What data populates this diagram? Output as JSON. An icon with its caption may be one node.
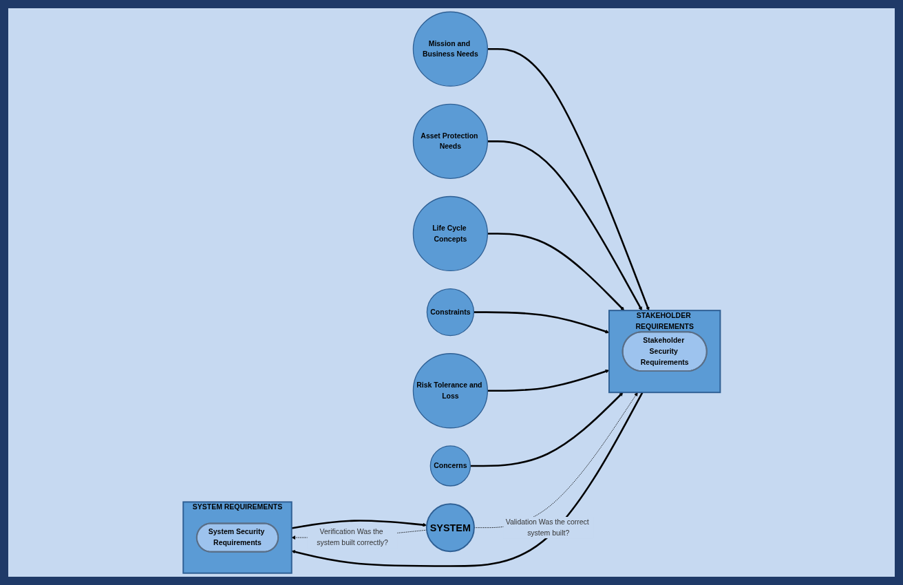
{
  "diagram": {
    "nodes": [
      {
        "text": [
          "Mission and Business Needs"
        ]
      },
      {
        "text": [
          "Asset Protection Needs"
        ]
      },
      {
        "text": [
          "Life Cycle Concepts"
        ]
      },
      {
        "text": [
          "STAKEHOLDER REQUIREMENTS"
        ]
      },
      {
        "text": [
          "Stakeholder Security Requirements"
        ],
        "in": 3
      },
      {
        "text": [
          "SYSTEM REQUIREMENTS"
        ]
      },
      {
        "text": [
          "System Security Requirements"
        ],
        "in": 5
      },
      {
        "text": [
          "SYSTEM"
        ]
      },
      {
        "text": [
          "Constraints"
        ]
      },
      {
        "text": [
          "Risk Tolerance and Loss"
        ]
      },
      {
        "text": [
          "Concerns"
        ]
      }
    ],
    "edges": [
      {
        "from": 0,
        "to": 3,
        "arrow": "to"
      },
      {
        "from": 1,
        "to": 3,
        "arrow": "to"
      },
      {
        "from": 2,
        "to": 3,
        "arrow": "to"
      },
      {
        "from": 8,
        "to": 3,
        "arrow": "to"
      },
      {
        "from": 9,
        "to": 3,
        "arrow": "to"
      },
      {
        "from": 10,
        "to": 3,
        "arrow": "to"
      },
      {
        "from": 3,
        "to": 5,
        "arrow": "to"
      },
      {
        "from": 5,
        "to": 7,
        "arrow": "to"
      },
      {
        "from": 7,
        "to": 3,
        "arrow": "to",
        "style": "dashed",
        "label": "Validation Was the correct system built?"
      },
      {
        "from": 7,
        "to": 5,
        "arrow": "to",
        "style": "dashed",
        "label": "Verification Was the system built correctly?"
      }
    ]
  }
}
